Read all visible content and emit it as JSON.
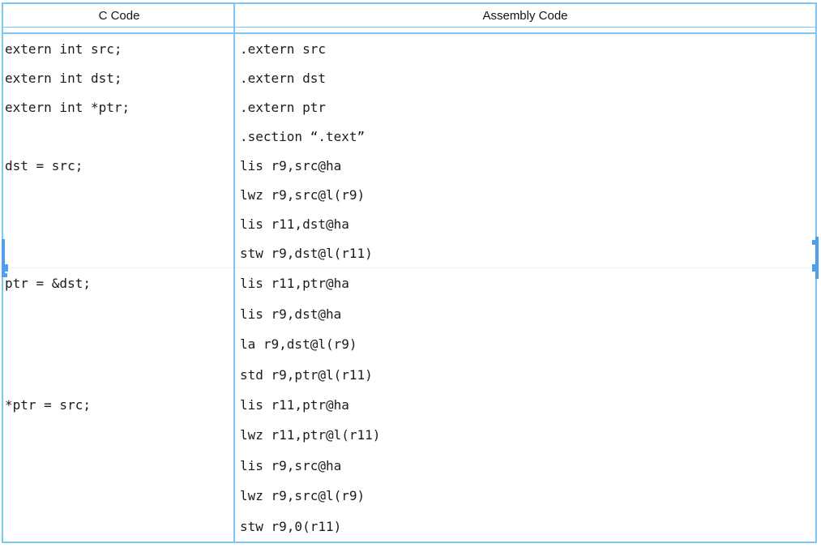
{
  "table": {
    "columns": [
      {
        "header": "C Code"
      },
      {
        "header": "Assembly Code"
      }
    ],
    "rows": [
      {
        "c": [
          "extern int src;",
          "extern int dst;",
          "extern int *ptr;",
          "",
          "dst = src;",
          "",
          "",
          ""
        ],
        "asm": [
          ".extern src",
          ".extern dst",
          ".extern ptr",
          ".section “.text”",
          "lis r9,src@ha",
          "lwz r9,src@l(r9)",
          "lis r11,dst@ha",
          "stw r9,dst@l(r11)"
        ]
      },
      {
        "c": [
          "ptr = &dst;",
          "",
          "",
          "",
          "*ptr = src;",
          "",
          "",
          "",
          ""
        ],
        "asm": [
          "lis r11,ptr@ha",
          "lis r9,dst@ha",
          "la r9,dst@l(r9)",
          "std r9,ptr@l(r11)",
          "lis r11,ptr@ha",
          "lwz r11,ptr@l(r11)",
          "lis r9,src@ha",
          "lwz r9,src@l(r9)",
          "stw r9,0(r11)"
        ]
      }
    ],
    "colors": {
      "border": "#7cc6f7",
      "row_divider": "#e8f3fb",
      "handle": "#4f9fe9",
      "text": "#1b1b1b"
    }
  }
}
